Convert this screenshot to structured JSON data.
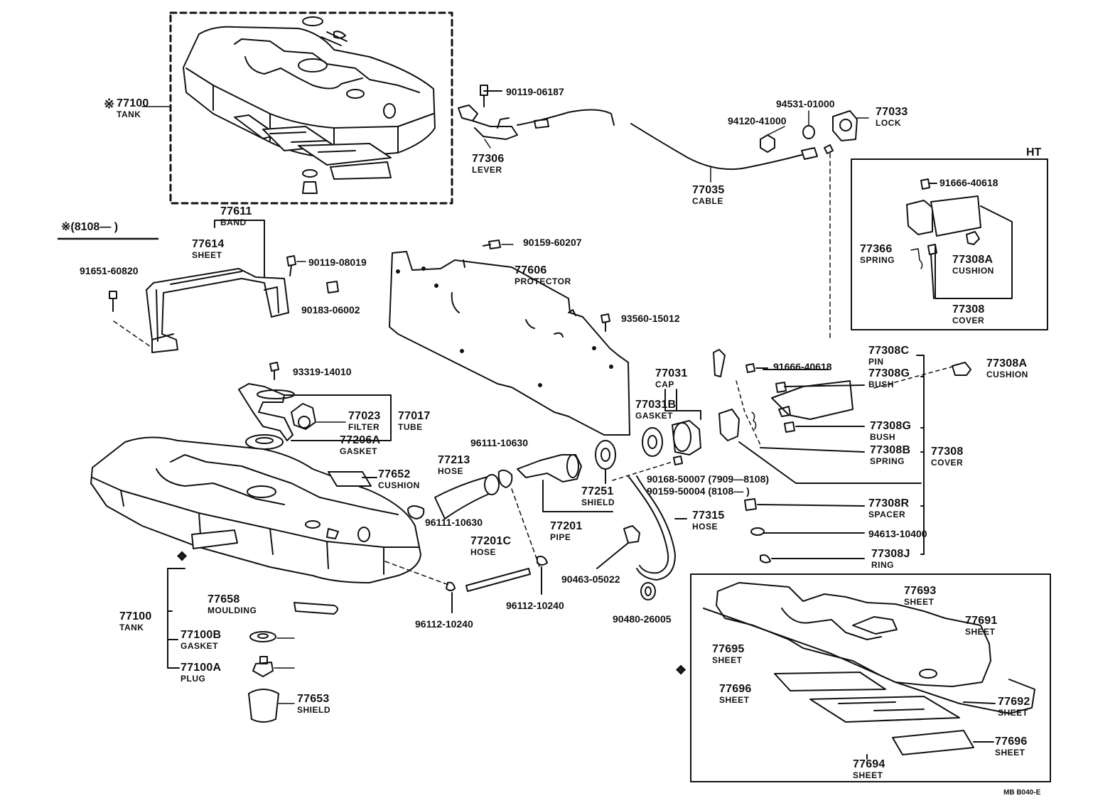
{
  "corner_code": "MB  B040-E",
  "ht_label": "HT",
  "note_prefix": "※(8108—      )",
  "marks": {
    "asterisk": "※",
    "diamond": "❖"
  },
  "labels": {
    "tank_top": {
      "num": "77100",
      "sub": "TANK"
    },
    "lever": {
      "num": "77306",
      "sub": "LEVER"
    },
    "cable": {
      "num": "77035",
      "sub": "CABLE"
    },
    "lock": {
      "num": "77033",
      "sub": "LOCK"
    },
    "band": {
      "num": "77611",
      "sub": "BAND"
    },
    "sheet_77614": {
      "num": "77614",
      "sub": "SHEET"
    },
    "protector": {
      "num": "77606",
      "sub": "PROTECTOR"
    },
    "spring_77366": {
      "num": "77366",
      "sub": "SPRING"
    },
    "cushion_77308a_ht": {
      "num": "77308A",
      "sub": "CUSHION"
    },
    "cover_77308_ht": {
      "num": "77308",
      "sub": "COVER"
    },
    "pin": {
      "num": "77308C",
      "sub": "PIN"
    },
    "cushion_77308a": {
      "num": "77308A",
      "sub": "CUSHION"
    },
    "bush_1": {
      "num": "77308G",
      "sub": "BUSH"
    },
    "bush_2": {
      "num": "77308G",
      "sub": "BUSH"
    },
    "spring_77308b": {
      "num": "77308B",
      "sub": "SPRING"
    },
    "cover_77308": {
      "num": "77308",
      "sub": "COVER"
    },
    "spacer": {
      "num": "77308R",
      "sub": "SPACER"
    },
    "ring": {
      "num": "77308J",
      "sub": "RING"
    },
    "cap": {
      "num": "77031",
      "sub": "CAP"
    },
    "gasket_77031b": {
      "num": "77031B",
      "sub": "GASKET"
    },
    "filter": {
      "num": "77023",
      "sub": "FILTER"
    },
    "tube": {
      "num": "77017",
      "sub": "TUBE"
    },
    "gasket_77206a": {
      "num": "77206A",
      "sub": "GASKET"
    },
    "cushion_77652": {
      "num": "77652",
      "sub": "CUSHION"
    },
    "hose_77213": {
      "num": "77213",
      "sub": "HOSE"
    },
    "shield_77251": {
      "num": "77251",
      "sub": "SHIELD"
    },
    "pipe": {
      "num": "77201",
      "sub": "PIPE"
    },
    "hose_77315": {
      "num": "77315",
      "sub": "HOSE"
    },
    "hose_77201c": {
      "num": "77201C",
      "sub": "HOSE"
    },
    "moulding": {
      "num": "77658",
      "sub": "MOULDING"
    },
    "tank_main": {
      "num": "77100",
      "sub": "TANK"
    },
    "gasket_77100b": {
      "num": "77100B",
      "sub": "GASKET"
    },
    "plug": {
      "num": "77100A",
      "sub": "PLUG"
    },
    "shield_77653": {
      "num": "77653",
      "sub": "SHIELD"
    },
    "sheet_77693": {
      "num": "77693",
      "sub": "SHEET"
    },
    "sheet_77691": {
      "num": "77691",
      "sub": "SHEET"
    },
    "sheet_77695": {
      "num": "77695",
      "sub": "SHEET"
    },
    "sheet_77696_a": {
      "num": "77696",
      "sub": "SHEET"
    },
    "sheet_77692": {
      "num": "77692",
      "sub": "SHEET"
    },
    "sheet_77696_b": {
      "num": "77696",
      "sub": "SHEET"
    },
    "sheet_77694": {
      "num": "77694",
      "sub": "SHEET"
    }
  },
  "part_numbers": {
    "p90119_06187": "90119-06187",
    "p94531_01000": "94531-01000",
    "p94120_41000": "94120-41000",
    "p91666_40618_ht": "91666-40618",
    "p91651_60820": "91651-60820",
    "p90119_08019": "90119-08019",
    "p90183_06002": "90183-06002",
    "p90159_60207": "90159-60207",
    "p93560_15012": "93560-15012",
    "p93319_14010": "93319-14010",
    "p91666_40618": "91666-40618",
    "p96111_10630_a": "96111-10630",
    "p96111_10630_b": "96111-10630",
    "p90168_50007": "90168-50007  (7909—8108)",
    "p90159_50004": "90159-50004  (8108—      )",
    "p94613_10400": "94613-10400",
    "p90463_05022": "90463-05022",
    "p96112_10240_a": "96112-10240",
    "p96112_10240_b": "96112-10240",
    "p90480_26005": "90480-26005"
  }
}
